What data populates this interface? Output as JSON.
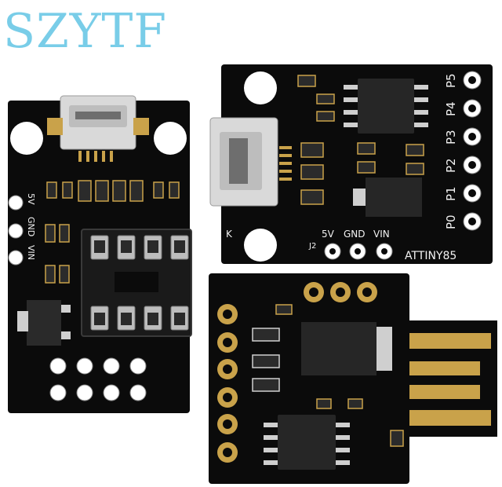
{
  "brand_text": "SZYTF",
  "colors": {
    "brand": "#79cde8",
    "pcb": "#0b0b0b",
    "silkscreen": "#f2f2f2",
    "gold": "#c9a24a",
    "usb_metal": "#d9d9d9"
  },
  "board_left": {
    "pin_labels": [
      "5V",
      "GND",
      "VIN"
    ],
    "part": "programmer/socket board"
  },
  "board_top_right": {
    "chip_label": "ATTINY85",
    "pin_labels": [
      "P5",
      "P4",
      "P3",
      "P2",
      "P1",
      "P0"
    ],
    "power_labels": [
      "5V",
      "GND",
      "VIN"
    ],
    "designator_j2": "J2",
    "designator_k": "K"
  },
  "board_bottom_right": {
    "connector": "USB edge connector"
  }
}
